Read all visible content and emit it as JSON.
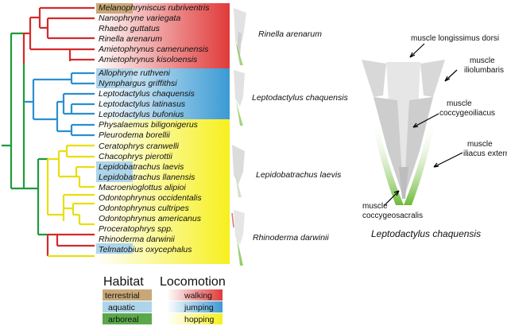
{
  "species": [
    "Melanophryniscus rubriventris",
    "Nanophryne variegata",
    "Rhaebo guttatus",
    "Rinella arenarum",
    "Amietophrynus camerunensis",
    "Amietophrynus kisoloensis",
    "Allophryne ruthveni",
    "Nymphargus griffithsi",
    "Leptodactylus chaquensis",
    "Leptodactylus latinasus",
    "Leptodactylus bufonius",
    "Physalaemus biligonigerus",
    "Pleurodema borellii",
    "Ceratophrys cranwelli",
    "Chacophrys pierottii",
    "Lepidobatrachus laevis",
    "Lepidobatrachus llanensis",
    "Macroenioglottus alipioi",
    "Odontophrynus occidentalis",
    "Odontophrynus cultripes",
    "Odontophrynus americanus",
    "Proceratophrys spp.",
    "Rhinoderma darwinii",
    "Telmatobius oxycephalus"
  ],
  "pelvis_examples": [
    "Rinella arenarum",
    "Leptodactylus chaquensis",
    "Lepidobatrachus laevis",
    "Rhinoderma darwinii"
  ],
  "muscle_labels": {
    "longissimus": "muscle longissimus dorsi",
    "iliolumbaris_1": "muscle",
    "iliolumbaris_2": "iliolumbaris",
    "coccygeo_1": "muscle",
    "coccygeo_2": "coccygeoiliacus",
    "iliacus_1": "muscle",
    "iliacus_2": "iliacus externus",
    "coccygeosacralis_1": "muscle",
    "coccygeosacralis_2": "coccygeosacralis"
  },
  "detail_species": "Leptodactylus chaquensis",
  "legend": {
    "habitat_title": "Habitat",
    "locomotion_title": "Locomotion",
    "habitat_items": [
      "terrestrial",
      "aquatic",
      "arboreal"
    ],
    "locomotion_items": [
      "walking",
      "jumping",
      "hopping"
    ]
  },
  "colors": {
    "terrestrial": "#c8a878",
    "aquatic": "#aed4ea",
    "arboreal": "#5aa84a",
    "walking": "#e03a3a",
    "jumping": "#3a9ad4",
    "hopping": "#f6f01e",
    "tree_red": "#d42a2a",
    "tree_blue": "#2a8fd0",
    "tree_yellow": "#e8de10",
    "tree_green": "#1e9a3a"
  }
}
